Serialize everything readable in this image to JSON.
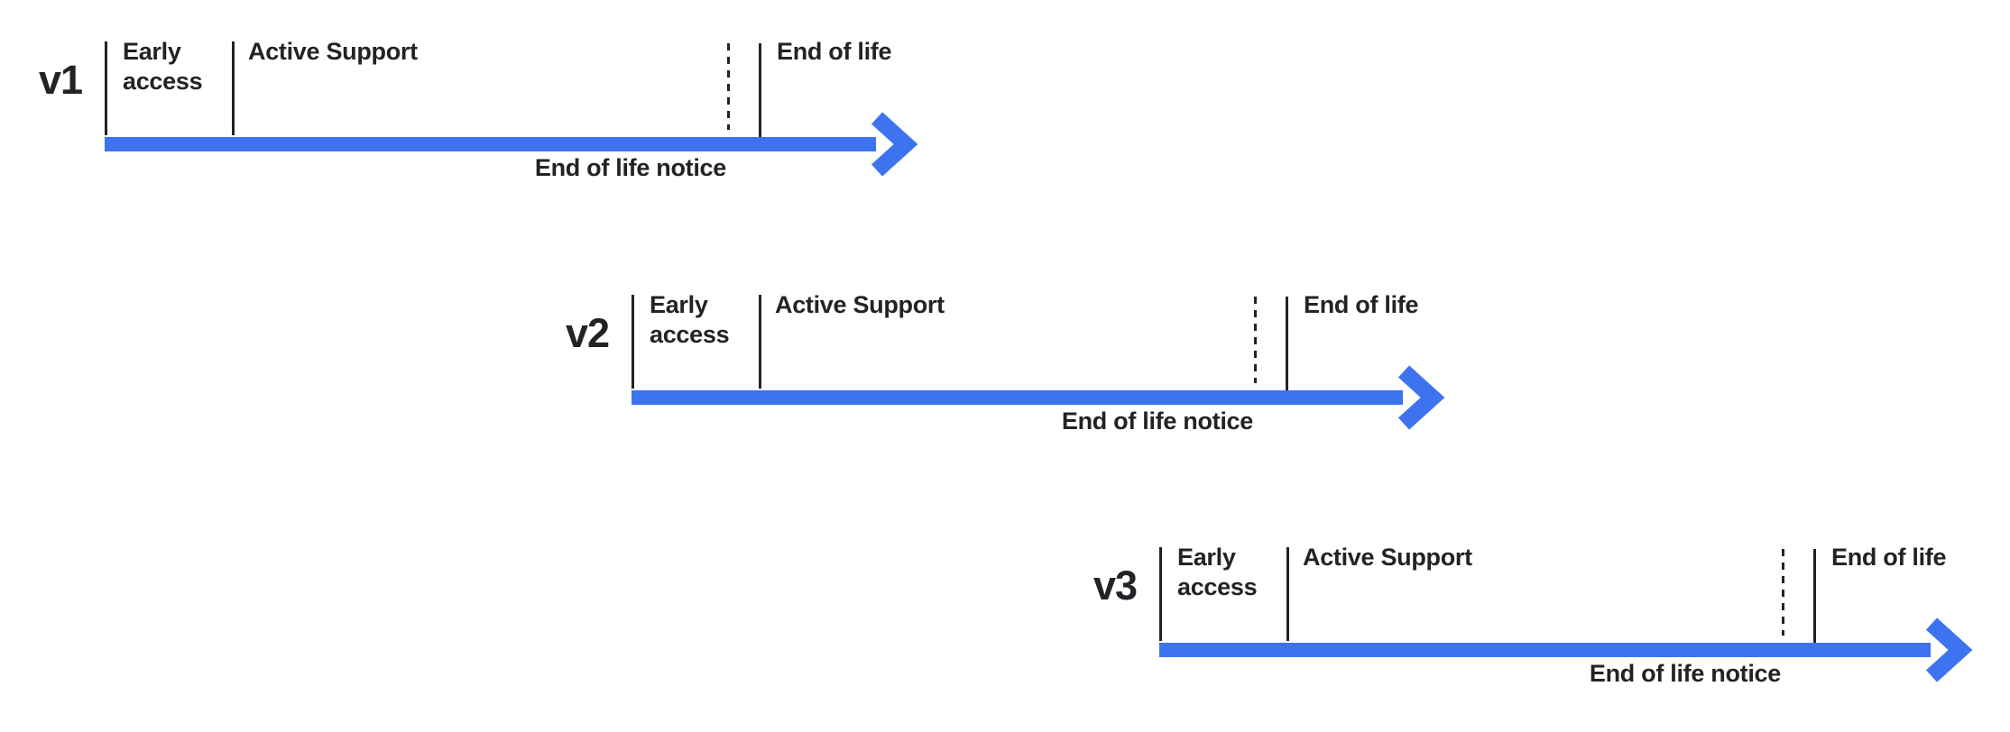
{
  "colors": {
    "timeline_blue": "#3D73EE",
    "ink": "#212326"
  },
  "timelines": [
    {
      "version": "v1",
      "phases": {
        "early_access": "Early access",
        "active_support": "Active Support",
        "end_of_life": "End of life",
        "end_of_life_notice": "End of life notice"
      }
    },
    {
      "version": "v2",
      "phases": {
        "early_access": "Early access",
        "active_support": "Active Support",
        "end_of_life": "End of life",
        "end_of_life_notice": "End of life notice"
      }
    },
    {
      "version": "v3",
      "phases": {
        "early_access": "Early access",
        "active_support": "Active Support",
        "end_of_life": "End of life",
        "end_of_life_notice": "End of life notice"
      }
    }
  ]
}
